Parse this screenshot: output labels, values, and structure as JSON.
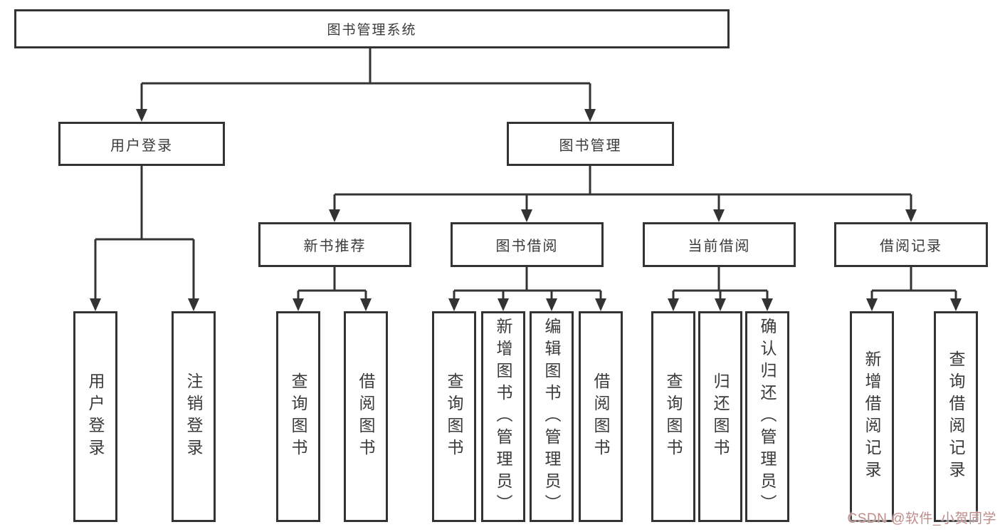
{
  "tree": {
    "root": {
      "label": "图书管理系统"
    },
    "user_login": {
      "label": "用户登录",
      "children": [
        {
          "label": "用户登录"
        },
        {
          "label": "注销登录"
        }
      ]
    },
    "book_mgmt": {
      "label": "图书管理"
    },
    "new_book": {
      "label": "新书推荐",
      "children": [
        {
          "label": "查询图书"
        },
        {
          "label": "借阅图书"
        }
      ]
    },
    "book_borrow": {
      "label": "图书借阅",
      "children": [
        {
          "label": "查询图书"
        },
        {
          "label": "新增图书（管理员）"
        },
        {
          "label": "编辑图书（管理员）"
        },
        {
          "label": "借阅图书"
        }
      ]
    },
    "current_borrow": {
      "label": "当前借阅",
      "children": [
        {
          "label": "查询图书"
        },
        {
          "label": "归还图书"
        },
        {
          "label": "确认归还（管理员）"
        }
      ]
    },
    "borrow_record": {
      "label": "借阅记录",
      "children": [
        {
          "label": "新增借阅记录"
        },
        {
          "label": "查询借阅记录"
        }
      ]
    }
  },
  "watermark": {
    "text": "CSDN @软件_小贺同学",
    "color": "#c08c8a"
  },
  "colors": {
    "line": "#333333",
    "box_border": "#333333",
    "text": "#3a3a3a",
    "background": "#ffffff"
  }
}
